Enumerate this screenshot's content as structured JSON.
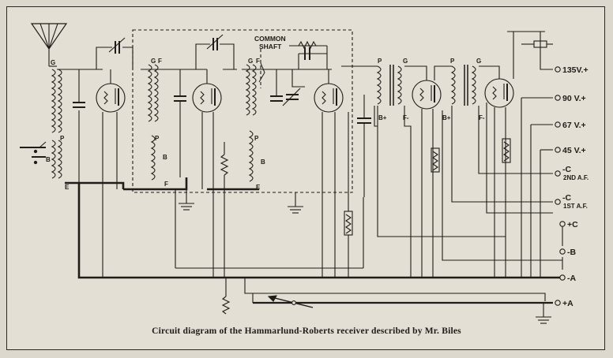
{
  "caption": "Circuit diagram of the Hammarlund-Roberts receiver described by Mr. Biles",
  "annotations": {
    "common_shaft_line1": "COMMON",
    "common_shaft_line2": "SHAFT"
  },
  "terminals": [
    {
      "id": "t135",
      "label": "135V.+"
    },
    {
      "id": "t90",
      "label": "90 V.+"
    },
    {
      "id": "t67",
      "label": "67 V.+"
    },
    {
      "id": "t45",
      "label": "45 V.+"
    },
    {
      "id": "tc2",
      "label": "-C",
      "sub": "2ND A.F."
    },
    {
      "id": "tc1",
      "label": "-C",
      "sub": "1ST A.F."
    },
    {
      "id": "tpc",
      "label": "+C"
    },
    {
      "id": "tmb",
      "label": "-B"
    },
    {
      "id": "tma",
      "label": "-A"
    },
    {
      "id": "tpa",
      "label": "+A"
    }
  ],
  "coil_labels": {
    "g": "G",
    "p": "P",
    "f": "F",
    "e": "E",
    "b": "B",
    "bplus": "B+",
    "fminus": "F-"
  }
}
